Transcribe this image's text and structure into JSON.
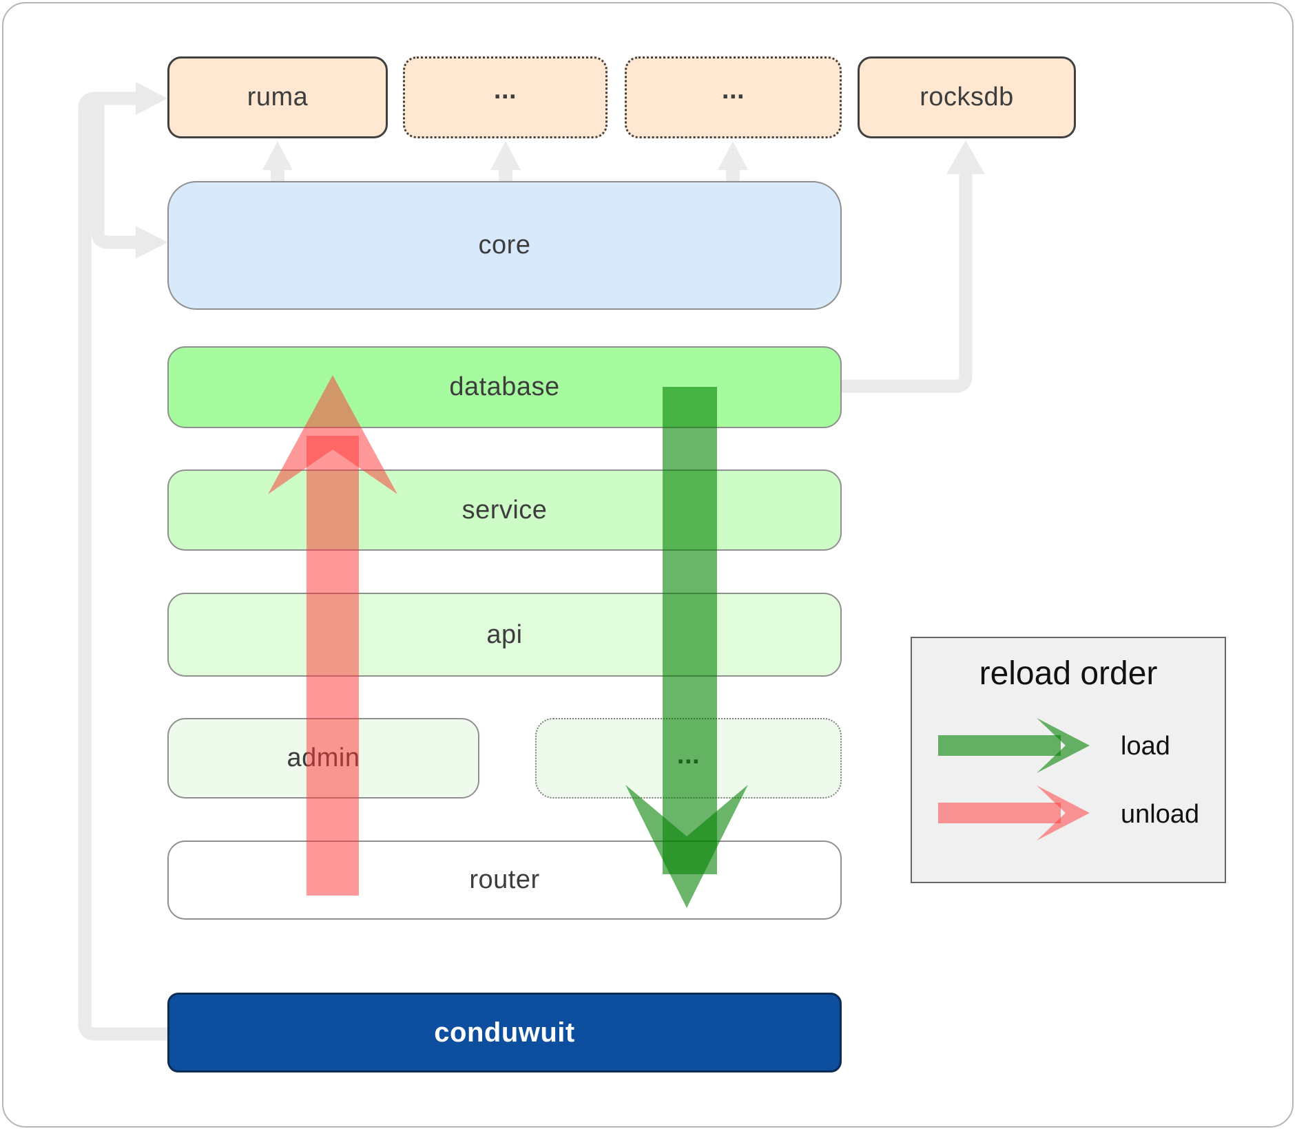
{
  "nodes": {
    "ruma": "ruma",
    "ellipsis_top_1": "...",
    "ellipsis_top_2": "...",
    "rocksdb": "rocksdb",
    "core": "core",
    "database": "database",
    "service": "service",
    "api": "api",
    "admin": "admin",
    "ellipsis_mid": "...",
    "router": "router",
    "conduwuit": "conduwuit"
  },
  "legend": {
    "title": "reload order",
    "load": "load",
    "unload": "unload"
  },
  "colors": {
    "module_fill": "#ffe7d1",
    "module_border": "#404040",
    "core_fill": "#d7e9fb",
    "database_fill": "#a5fb9e",
    "service_fill": "#cdfcc6",
    "api_fill": "#e1fcdb",
    "admin_fill": "#eefbec",
    "router_fill": "#ffffff",
    "conduwuit_fill": "#0d4f9e",
    "conduwuit_text": "#ffffff",
    "load_arrow": "#008000",
    "unload_arrow": "#ff3333",
    "connector": "#eaeaea",
    "legend_bg": "#f0f0f0"
  }
}
